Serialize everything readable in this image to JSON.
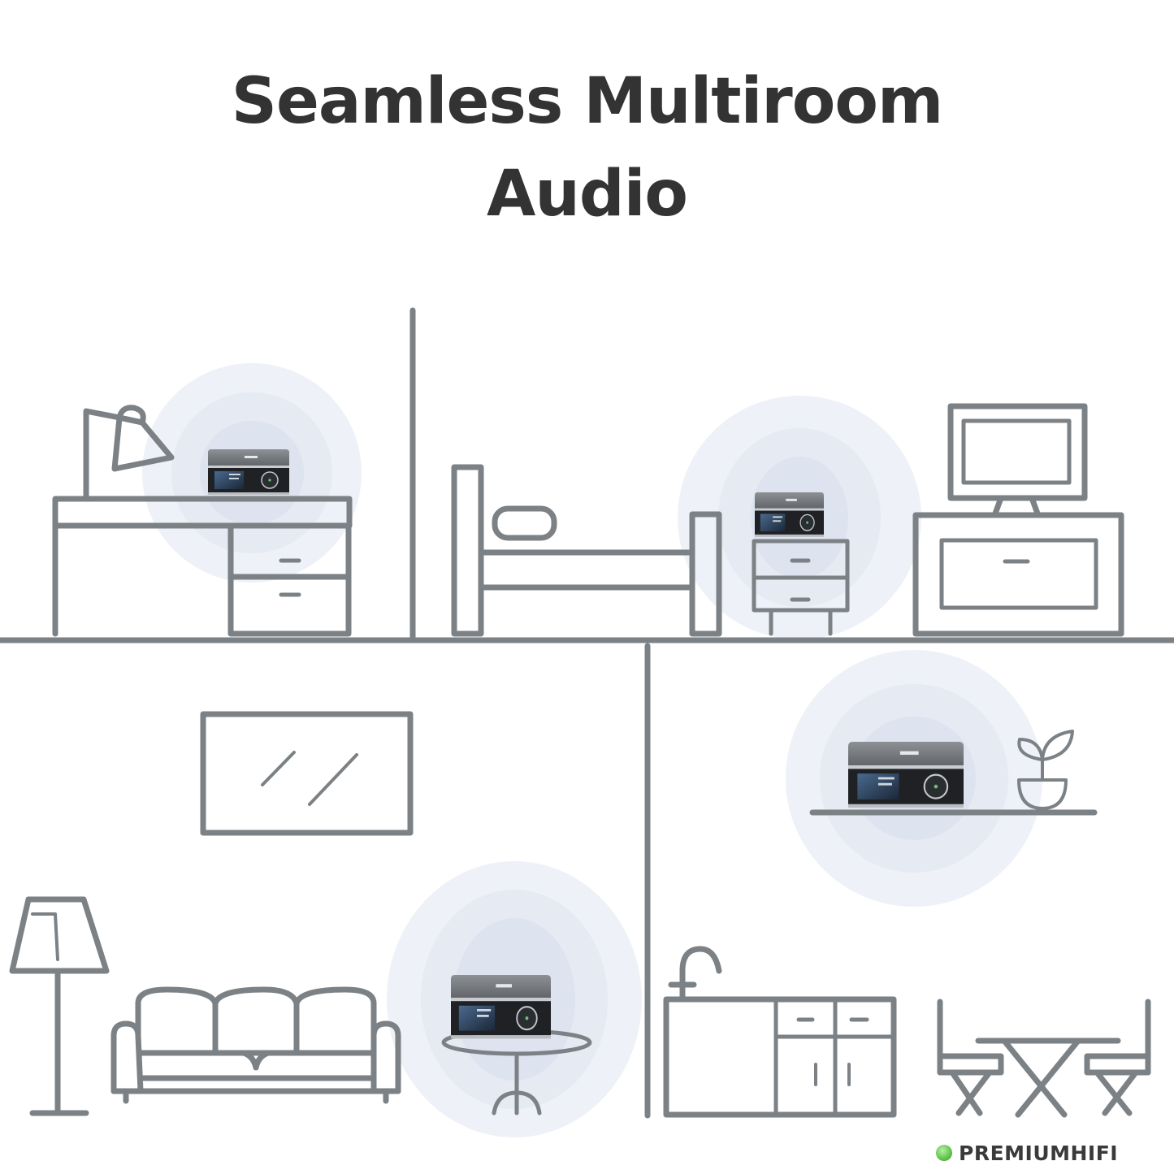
{
  "title": {
    "line1": "Seamless Multiroom",
    "line2": "Audio"
  },
  "brand": {
    "name": "PREMIUMHIFI",
    "dot_color": "#5fc24a"
  },
  "colors": {
    "line_art": "#7b8185",
    "title_text": "#333333",
    "wave_outer": "#eef1f7",
    "wave_mid": "#e3e8f2",
    "wave_inner": "#d9e0ee"
  },
  "rooms": [
    {
      "name": "study",
      "furniture": [
        "desk-lamp",
        "desk",
        "drawers"
      ],
      "device": "streamer"
    },
    {
      "name": "bedroom",
      "furniture": [
        "bed",
        "nightstand",
        "tv",
        "tv-cabinet"
      ],
      "device": "streamer"
    },
    {
      "name": "living-room",
      "furniture": [
        "picture-frame",
        "floor-lamp",
        "sofa",
        "side-table"
      ],
      "device": "streamer"
    },
    {
      "name": "kitchen",
      "furniture": [
        "wall-shelf",
        "plant-pot",
        "sink-cabinet",
        "dining-table",
        "chairs"
      ],
      "device": "streamer"
    }
  ]
}
